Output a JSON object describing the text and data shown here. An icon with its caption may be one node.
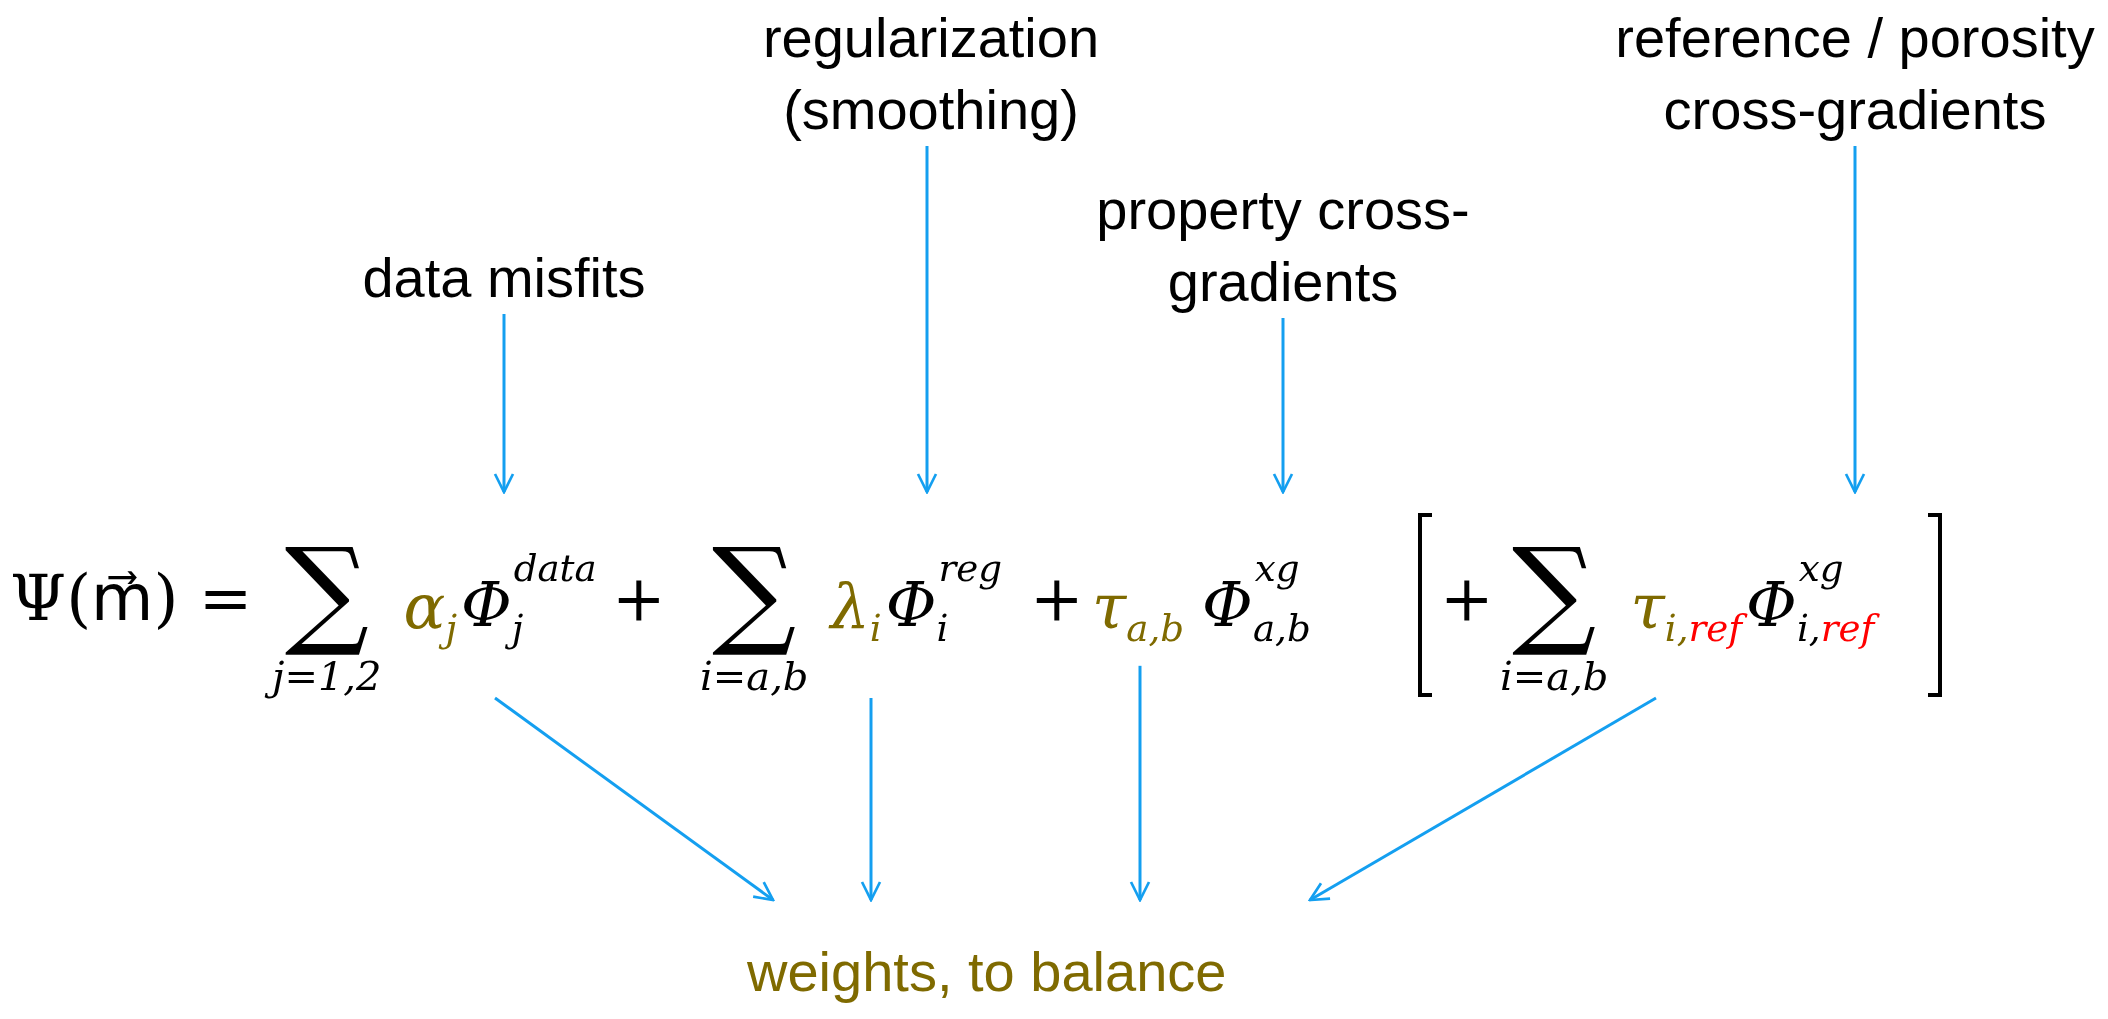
{
  "diagram": {
    "nodes": [
      {
        "text": [
          "data misfits"
        ]
      },
      {
        "text": [
          "regularization (smoothing)"
        ]
      },
      {
        "text": [
          "property cross-gradients"
        ]
      },
      {
        "text": [
          "reference / porosity cross-gradients"
        ]
      },
      {
        "text": [
          "∑",
          "j=1,2",
          "α$_{j}$",
          "Φ$_{j}$$^{data}$"
        ]
      },
      {
        "text": [
          "∑",
          "i=a,b",
          "λ$_{i}$",
          "Φ$_{i}$$^{reg}$"
        ]
      },
      {
        "text": [
          "τ$_{a,b}$",
          "Φ$_{a,b}$$^{xg}$"
        ]
      },
      {
        "text": [
          "∑",
          "i=a,b",
          "τ$_{i,}$$_{ref}$",
          "Φ$_{i,}$$_{ref}$$^{xg}$"
        ]
      },
      {
        "text": [
          "weights, to balance"
        ]
      },
      {
        "text": [],
        "shape": "bracket"
      },
      {
        "text": [],
        "shape": "bracket"
      }
    ],
    "edges": [
      {
        "from": 0,
        "to": 4,
        "arrow": "to"
      },
      {
        "from": 1,
        "to": 5,
        "arrow": "to"
      },
      {
        "from": 2,
        "to": 6,
        "arrow": "to"
      },
      {
        "from": 3,
        "to": 7,
        "arrow": "to"
      },
      {
        "from": 4,
        "to": 8,
        "arrow": "to"
      },
      {
        "from": 5,
        "to": 8,
        "arrow": "to"
      },
      {
        "from": 6,
        "to": 8,
        "arrow": "to"
      },
      {
        "from": 7,
        "to": 8,
        "arrow": "to"
      }
    ],
    "labels": [
      "Ψ(m⃗) =",
      "+",
      "+",
      "+"
    ]
  }
}
